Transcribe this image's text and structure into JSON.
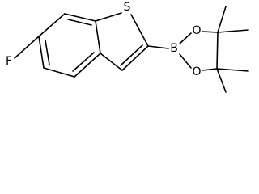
{
  "molecule": {
    "atoms": {
      "fluorine": "F",
      "sulfur": "S",
      "boron": "B",
      "oxygen_top": "O",
      "oxygen_bottom": "O"
    }
  }
}
